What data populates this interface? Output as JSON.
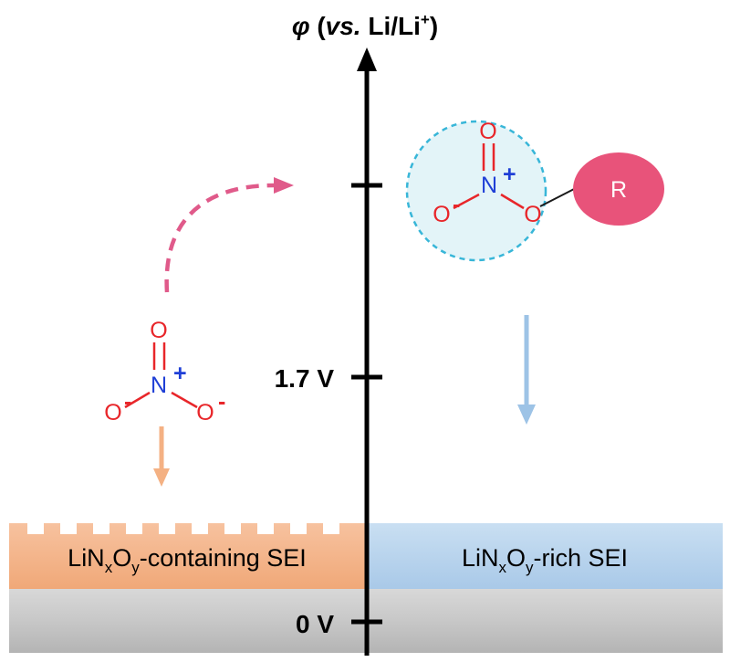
{
  "axis": {
    "symbol": "φ",
    "open_paren": "(",
    "vs": "vs.",
    "ref": "Li/Li",
    "ref_sup": "+",
    "close_paren": ")"
  },
  "ticks": {
    "upper": "",
    "mid": "1.7 V",
    "bottom": "0 V"
  },
  "layers": {
    "left": {
      "prefix": "LiN",
      "sub1": "x",
      "mid": "O",
      "sub2": "y",
      "suffix": "-containing SEI"
    },
    "right": {
      "prefix": "LiN",
      "sub1": "x",
      "mid": "O",
      "sub2": "y",
      "suffix": "-rich SEI"
    }
  },
  "molecules": {
    "nitrate": {
      "o_top": "O",
      "n": "N",
      "n_charge": "+",
      "o_left": "O",
      "o_left_charge": "-",
      "o_right": "O",
      "o_right_charge": "-"
    },
    "ester": {
      "o_top": "O",
      "n": "N",
      "n_charge": "+",
      "o_left": "O",
      "o_left_charge": "-",
      "o_right": "O",
      "r_group": "R"
    }
  },
  "colors": {
    "sei_left": "#f4b183",
    "sei_right": "#bdd7ee",
    "substrate": "#c9c9c9",
    "oxygen": "#e8262a",
    "nitrogen": "#1f3fd6",
    "r_group": "#e8537a",
    "dashed_arrow": "#e05a8a",
    "dashed_circle": "#38b6d8",
    "circle_fill": "#e3f4f8",
    "left_arrow": "#f4b183",
    "right_arrow": "#9dc3e6"
  }
}
